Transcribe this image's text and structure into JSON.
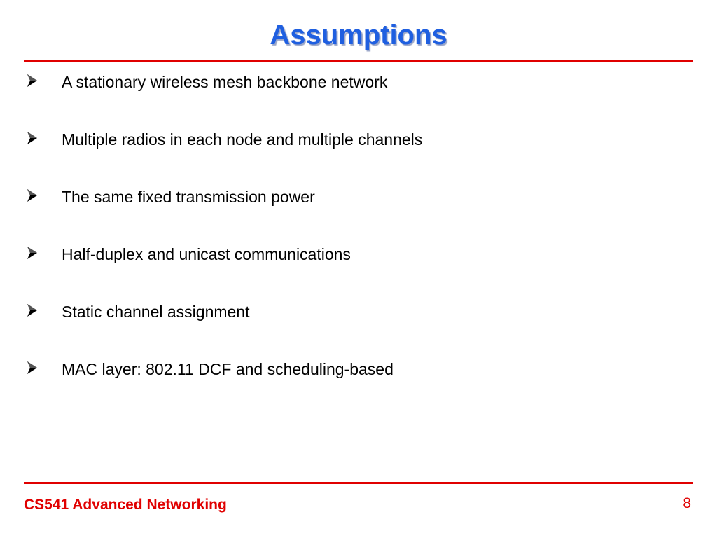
{
  "slide": {
    "title": "Assumptions",
    "bullets": [
      {
        "icon": "arrow-bullet-icon",
        "text": "A stationary wireless mesh backbone network"
      },
      {
        "icon": "arrow-bullet-icon",
        "text": "Multiple radios in each node and multiple channels"
      },
      {
        "icon": "arrow-bullet-icon",
        "text": "The same fixed transmission power"
      },
      {
        "icon": "arrow-bullet-icon",
        "text": "Half-duplex and unicast communications"
      },
      {
        "icon": "arrow-bullet-icon",
        "text": "Static channel assignment"
      },
      {
        "icon": "arrow-bullet-icon",
        "text": "MAC layer: 802.11 DCF and scheduling-based"
      }
    ],
    "footer": {
      "course": "CS541 Advanced Networking",
      "page_number": "8"
    },
    "colors": {
      "title": "#1f5fe0",
      "rule": "#e00000",
      "footer": "#e00000",
      "text": "#000000"
    }
  }
}
